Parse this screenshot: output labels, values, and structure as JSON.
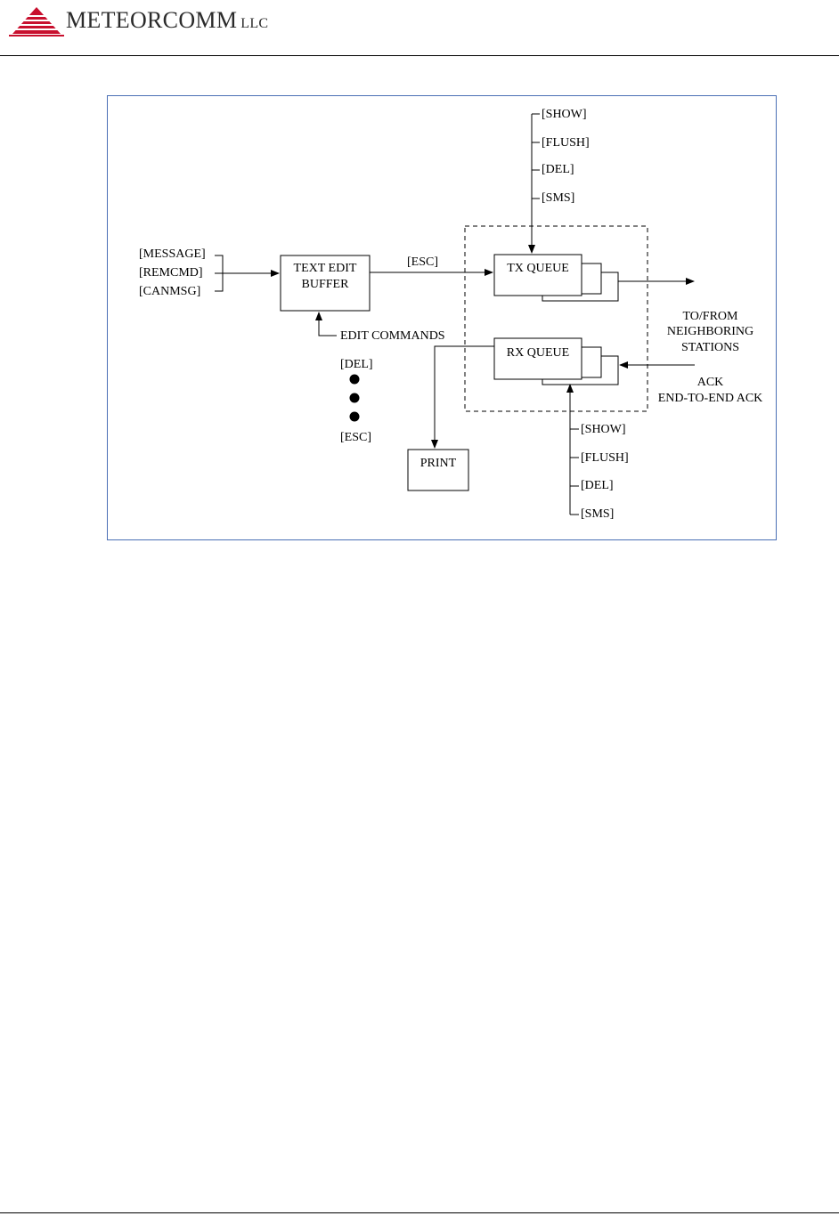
{
  "header": {
    "brand_name": "METEORCOMM",
    "brand_suffix": "LLC",
    "brand_color": "#c8102e"
  },
  "diagram": {
    "inputs": [
      "[MESSAGE]",
      "[REMCMD]",
      "[CANMSG]"
    ],
    "text_edit_buffer": [
      "TEXT EDIT",
      "BUFFER"
    ],
    "esc_label": "[ESC]",
    "tx_queue": "TX QUEUE",
    "rx_queue": "RX QUEUE",
    "print": "PRINT",
    "edit_commands": "EDIT COMMANDS",
    "edit_del": "[DEL]",
    "edit_esc": "[ESC]",
    "tx_commands": [
      "[SHOW]",
      "[FLUSH]",
      "[DEL]",
      "[SMS]"
    ],
    "rx_commands": [
      "[SHOW]",
      "[FLUSH]",
      "[DEL]",
      "[SMS]"
    ],
    "neighbors": [
      "TO/FROM",
      "NEIGHBORING",
      "STATIONS"
    ],
    "ack": [
      "ACK",
      "END-TO-END ACK"
    ]
  }
}
